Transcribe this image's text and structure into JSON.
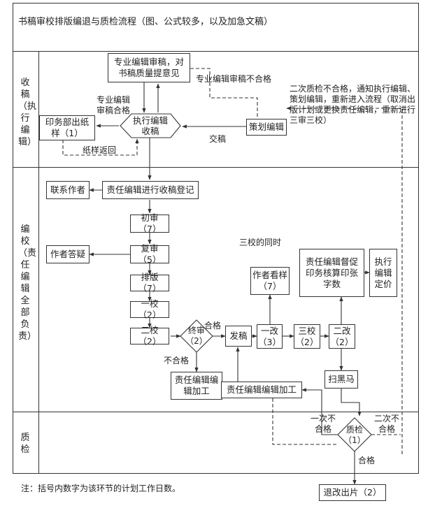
{
  "title": "书稿审校排版编退与质检流程（图、公式较多，以及加急文稿）",
  "lanes": {
    "receive": "收稿（执行编辑）",
    "edit": "编校（责任编辑全部负责）",
    "qc": "质检"
  },
  "boxes": {
    "expert_review": "专业编辑审稿，对书稿质量提意见",
    "print_sample": "印务部出纸样（1）",
    "planning_editor": "策划编辑",
    "register": "责任编辑进行收稿登记",
    "contact_author": "联系作者",
    "first_review": "初审（7）",
    "author_answer": "作者答疑",
    "second_review": "复审（5）",
    "typeset": "排版（7）",
    "proof1": "一校（2）",
    "proof2": "二校（2）",
    "send_draft": "发稿",
    "revise1": "一改（3）",
    "proof3": "三校（2）",
    "revise2": "二改（2）",
    "author_sample": "作者看样（7）",
    "supervise": "责任编辑督促印务核算印张字数",
    "pricing": "执行编辑定价",
    "scan": "扫黑马",
    "editor_process1": "责任编辑编辑加工",
    "editor_process2": "责任编辑编辑加工",
    "final_out": "退改出片（2）"
  },
  "shapes": {
    "exec_receive": "执行编辑收稿",
    "final_review": "终审（2）",
    "qc1": "质检（1）"
  },
  "labels": {
    "expert_fail": "专业编辑审稿不合格",
    "expert_pass": "专业编辑审稿合格",
    "sample_return": "纸样返回",
    "hand_in": "交稿",
    "qc2_fail": "二次质检不合格，通知执行编辑、策划编辑，重新进入流程（取消出版计划或更换责任编辑，重新进行三审三校）",
    "pass": "合格",
    "fail": "不合格",
    "simultaneous": "三校的同时",
    "first_fail": "一次不合格",
    "second_fail": "二次不合格",
    "qc_pass": "合格"
  },
  "note": "注：括号内数字为该环节的计划工作日数。"
}
